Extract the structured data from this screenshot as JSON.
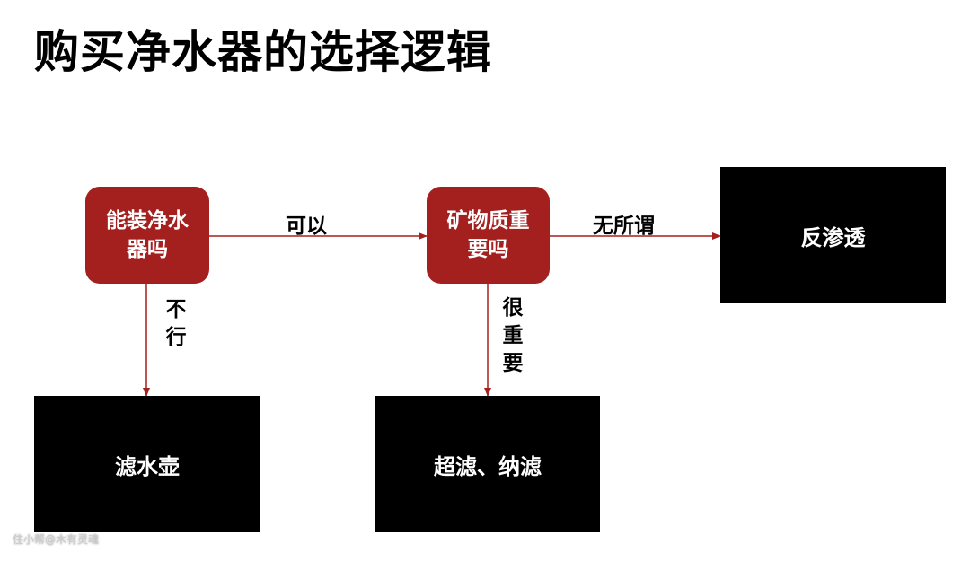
{
  "title": "购买净水器的选择逻辑",
  "nodes": {
    "can_install": "能装净水器吗",
    "minerals_important": "矿物质重要吗",
    "reverse_osmosis": "反渗透",
    "filter_kettle": "滤水壶",
    "uf_nf": "超滤、纳滤"
  },
  "edges": {
    "yes": "可以",
    "no": "不行",
    "doesnt_matter": "无所谓",
    "very_important": "很重要"
  },
  "colors": {
    "decision": "#a3201f",
    "result": "#000000",
    "arrow": "#a3201f"
  },
  "watermark": "住小帮@木有灵魂"
}
